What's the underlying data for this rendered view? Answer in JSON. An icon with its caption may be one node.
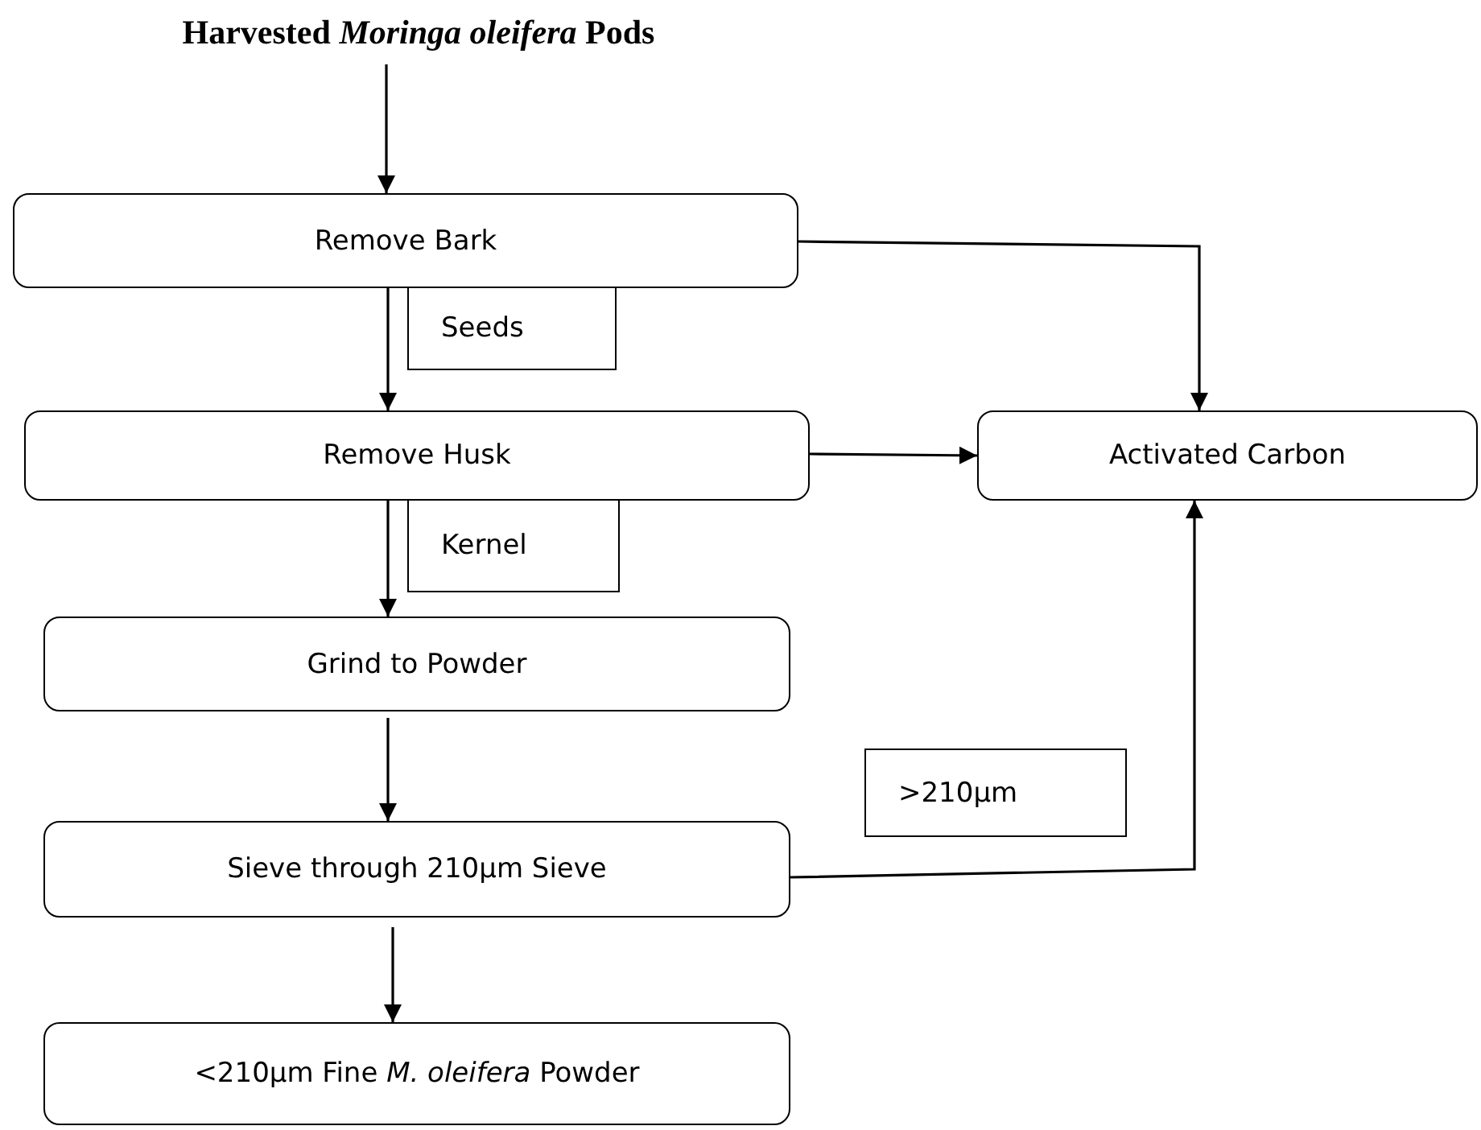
{
  "diagram": {
    "nodes": [
      {
        "text": [
          "Harvested *Moringa oleifera* Pods"
        ]
      },
      {
        "text": [
          "Remove Bark"
        ]
      },
      {
        "text": [
          "Seeds"
        ]
      },
      {
        "text": [
          "Remove Husk"
        ]
      },
      {
        "text": [
          "Activated Carbon"
        ]
      },
      {
        "text": [
          "Kernel"
        ]
      },
      {
        "text": [
          "Grind to Powder"
        ]
      },
      {
        "text": [
          ">210µm"
        ]
      },
      {
        "text": [
          "Sieve through 210µm Sieve"
        ]
      },
      {
        "text": [
          "<210µm Fine *M. oleifera* Powder"
        ]
      }
    ],
    "edges": [
      {
        "from": 0,
        "to": 1,
        "arrow": "to"
      },
      {
        "from": 1,
        "to": 3,
        "arrow": "to"
      },
      {
        "from": 3,
        "to": 6,
        "arrow": "to"
      },
      {
        "from": 6,
        "to": 8,
        "arrow": "to"
      },
      {
        "from": 8,
        "to": 9,
        "arrow": "to"
      },
      {
        "from": 1,
        "to": 4,
        "arrow": "to"
      },
      {
        "from": 3,
        "to": 4,
        "arrow": "to"
      },
      {
        "from": 8,
        "to": 4,
        "arrow": "to"
      }
    ]
  }
}
